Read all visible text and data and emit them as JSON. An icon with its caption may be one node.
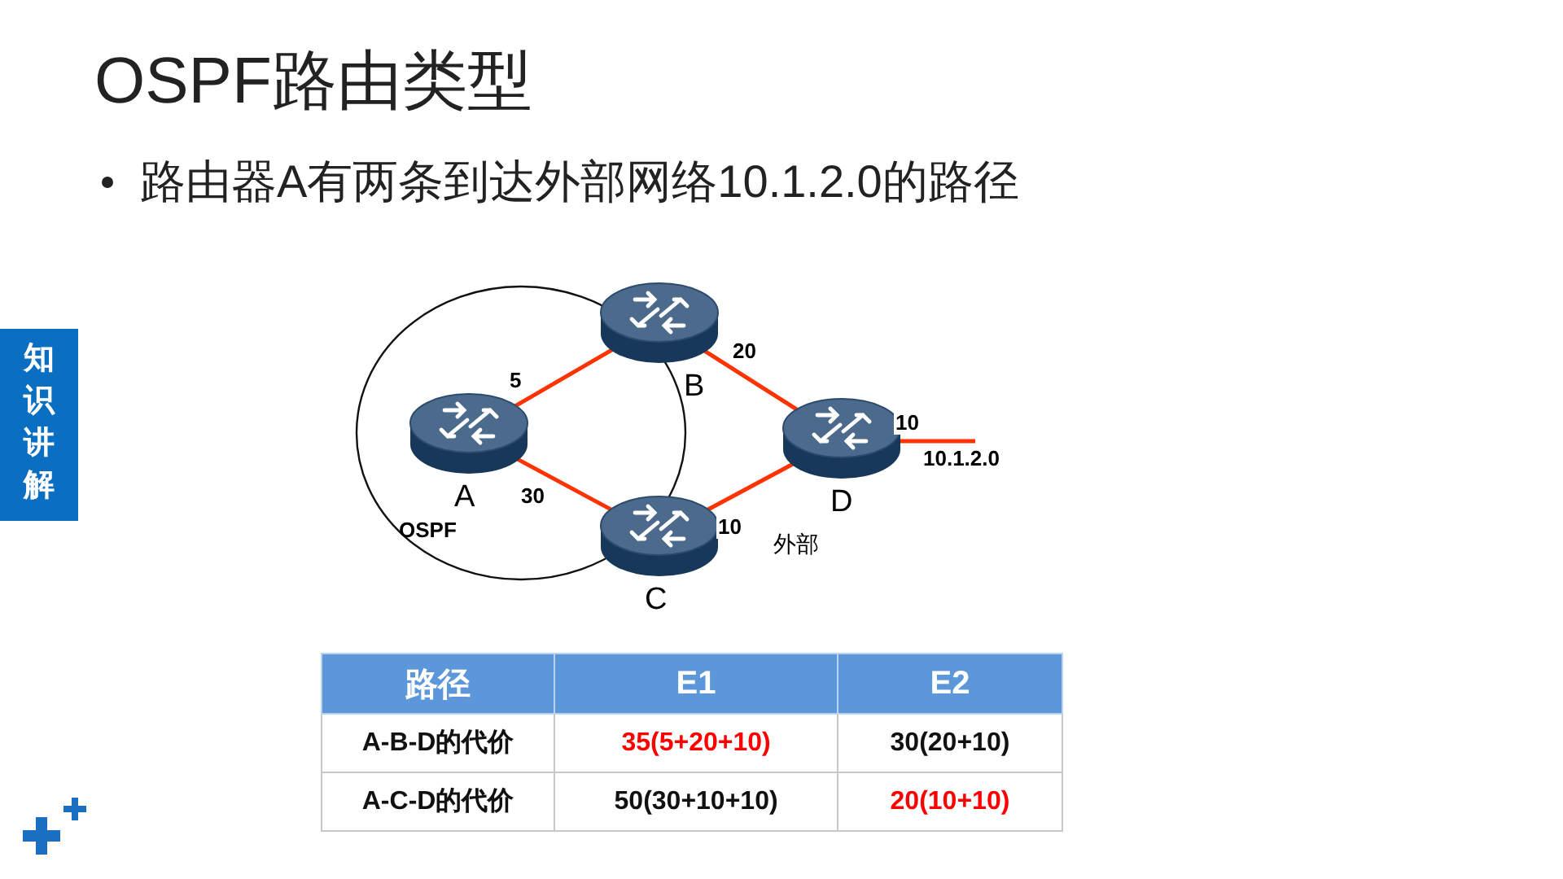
{
  "diagram": {
    "title": "OSPF路由类型",
    "nodes": [
      {
        "text": [
          "OSPF"
        ]
      },
      {
        "text": [
          "A"
        ],
        "in": 0
      },
      {
        "text": [
          "B"
        ]
      },
      {
        "text": [
          "C"
        ]
      },
      {
        "text": [
          "D"
        ]
      },
      {
        "text": [
          "10.1.2.0"
        ]
      }
    ],
    "edges": [
      {
        "from": 1,
        "to": 2,
        "arrow": "none",
        "label": "5"
      },
      {
        "from": 2,
        "to": 4,
        "arrow": "none",
        "label": "20"
      },
      {
        "from": 1,
        "to": 3,
        "arrow": "none",
        "label": "30"
      },
      {
        "from": 3,
        "to": 4,
        "arrow": "none",
        "label": "10"
      },
      {
        "from": 4,
        "to": 5,
        "arrow": "none",
        "label": "10"
      }
    ],
    "labels": [
      "路由器A有两条到达外部网络10.1.2.0的路径",
      "知识讲解",
      "外部",
      "路径",
      "E1",
      "E2",
      "A-B-D的代价",
      "35(5+20+10)",
      "30(20+10)",
      "A-C-D的代价",
      "50(30+10+10)",
      "20(10+10)"
    ]
  }
}
